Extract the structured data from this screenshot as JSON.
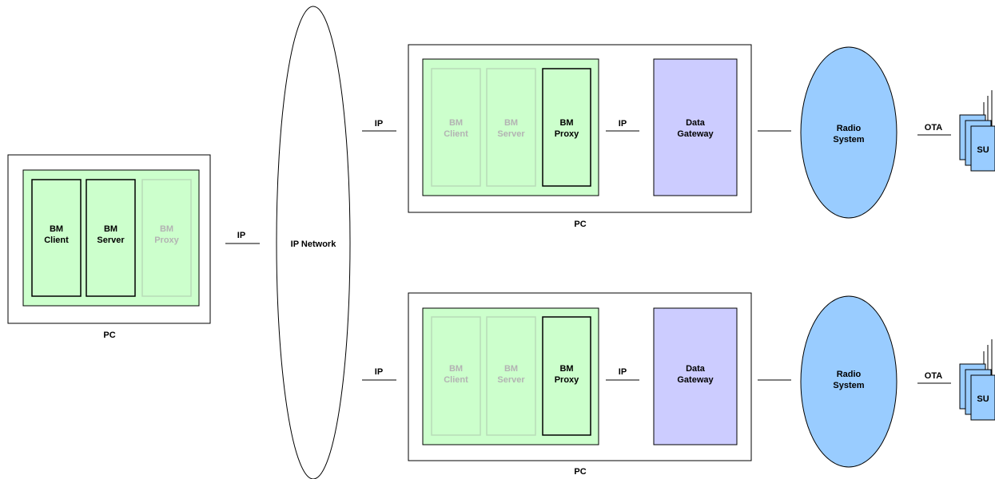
{
  "labels": {
    "pc": "PC",
    "ip": "IP",
    "ip_network": "IP Network",
    "bm": "BM",
    "client": "Client",
    "server": "Server",
    "proxy": "Proxy",
    "data": "Data",
    "gateway": "Gateway",
    "radio": "Radio",
    "system": "System",
    "ota": "OTA",
    "su": "SU"
  },
  "colors": {
    "software_box": "#ccffcc",
    "data_gateway": "#ccccff",
    "radio_system": "#99ccff",
    "subscriber_unit": "#99ccff",
    "inactive_text": "#b3b3b3"
  },
  "nodes": [
    {
      "id": "left-pc",
      "label": "PC",
      "components": [
        "BM Client",
        "BM Server",
        "BM Proxy"
      ],
      "inactive": [
        "BM Proxy"
      ]
    },
    {
      "id": "ip-network",
      "label": "IP Network"
    },
    {
      "id": "top-pc",
      "label": "PC",
      "components": [
        "BM Client",
        "BM Server",
        "BM Proxy",
        "Data Gateway"
      ],
      "inactive": [
        "BM Client",
        "BM Server"
      ]
    },
    {
      "id": "bottom-pc",
      "label": "PC",
      "components": [
        "BM Client",
        "BM Server",
        "BM Proxy",
        "Data Gateway"
      ],
      "inactive": [
        "BM Client",
        "BM Server"
      ]
    },
    {
      "id": "top-radio",
      "label": "Radio System"
    },
    {
      "id": "bottom-radio",
      "label": "Radio System"
    },
    {
      "id": "top-su",
      "label": "SU"
    },
    {
      "id": "bottom-su",
      "label": "SU"
    }
  ],
  "links": [
    {
      "from": "left-pc",
      "to": "ip-network",
      "label": "IP"
    },
    {
      "from": "ip-network",
      "to": "top-pc",
      "label": "IP"
    },
    {
      "from": "ip-network",
      "to": "bottom-pc",
      "label": "IP"
    },
    {
      "from": "top-pc.BM Proxy",
      "to": "top-pc.Data Gateway",
      "label": "IP"
    },
    {
      "from": "bottom-pc.BM Proxy",
      "to": "bottom-pc.Data Gateway",
      "label": "IP"
    },
    {
      "from": "top-pc",
      "to": "top-radio",
      "label": ""
    },
    {
      "from": "bottom-pc",
      "to": "bottom-radio",
      "label": ""
    },
    {
      "from": "top-radio",
      "to": "top-su",
      "label": "OTA"
    },
    {
      "from": "bottom-radio",
      "to": "bottom-su",
      "label": "OTA"
    }
  ]
}
